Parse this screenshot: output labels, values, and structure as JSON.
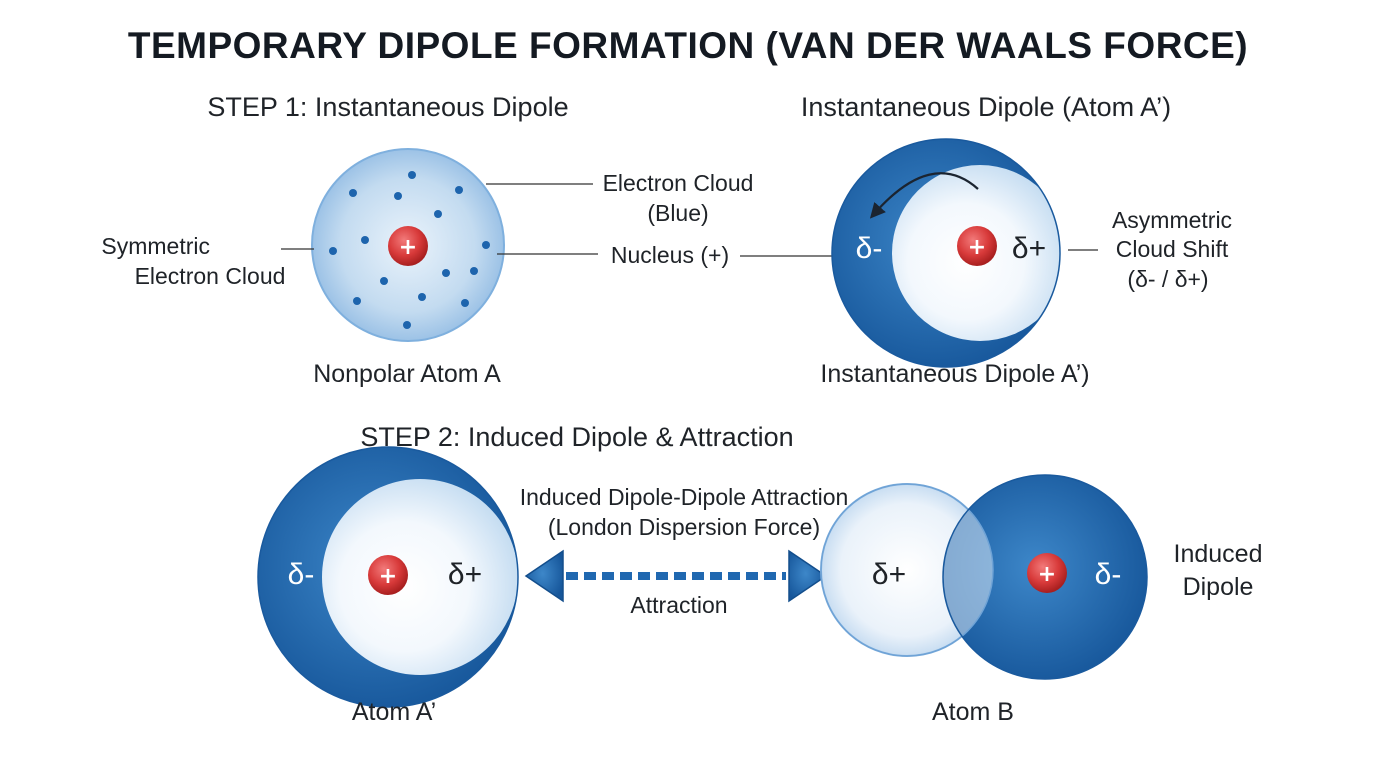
{
  "title": "TEMPORARY DIPOLE FORMATION (VAN DER WAALS FORCE)",
  "step1": {
    "heading": "STEP 1: Instantaneous Dipole",
    "atom_caption": "Nonpolar Atom A",
    "symmetric_label": [
      "Symmetric",
      "Electron Cloud"
    ],
    "cloud_label": [
      "Electron Cloud",
      "(Blue)"
    ],
    "nucleus_label": "Nucleus (+)",
    "nucleus_symbol": "+"
  },
  "dipole": {
    "heading": "Instantaneous Dipole (Atom A’)",
    "caption": "Instantaneous Dipole A’)",
    "shift_label": [
      "Asymmetric",
      "Cloud Shift",
      "(δ- / δ+)"
    ],
    "neg_charge": "δ-",
    "pos_charge": "δ+",
    "nucleus_symbol": "+"
  },
  "step2": {
    "heading": "STEP 2: Induced Dipole & Attraction",
    "attraction_title": [
      "Induced Dipole-Dipole Attraction",
      "(London Dispersion Force)"
    ],
    "attraction_label": "Attraction",
    "atom_a": {
      "caption": "Atom A’",
      "neg_charge": "δ-",
      "pos_charge": "δ+",
      "nucleus_symbol": "+"
    },
    "atom_b": {
      "caption": "Atom B",
      "neg_charge": "δ-",
      "pos_charge": "δ+",
      "nucleus_symbol": "+"
    },
    "induced_label": [
      "Induced",
      "Dipole"
    ]
  },
  "colors": {
    "cloud_dark": "#1f63a8",
    "cloud_light": "#ffffff",
    "nucleus": "#d83a3a",
    "electron": "#1d64ad",
    "arrow": "#2068b0"
  }
}
